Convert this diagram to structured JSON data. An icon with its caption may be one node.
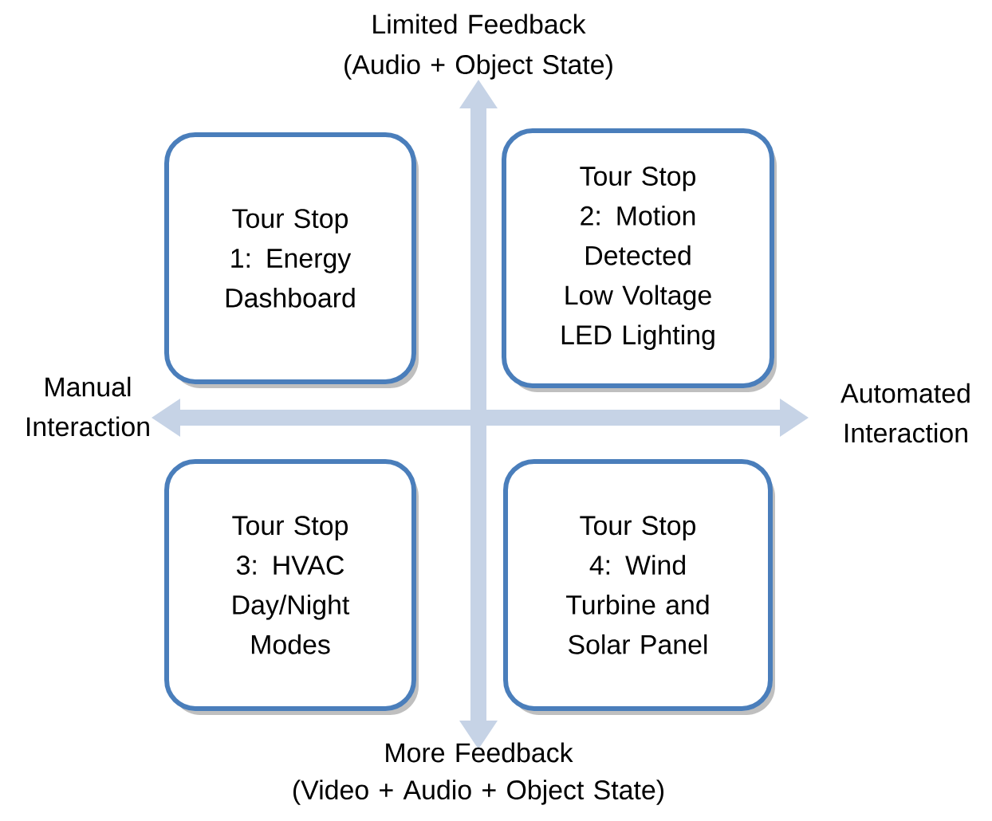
{
  "diagram": {
    "nodes": [
      {
        "text": [
          "Tour Stop 1: Energy Dashboard"
        ]
      },
      {
        "text": [
          "Tour Stop 2: Motion Detected Low Voltage LED Lighting"
        ]
      },
      {
        "text": [
          "Tour Stop 3: HVAC Day/Night Modes"
        ]
      },
      {
        "text": [
          "Tour Stop 4: Wind Turbine and Solar Panel"
        ]
      }
    ],
    "labels": [
      "Limited Feedback",
      "(Audio + Object State)",
      "Manual Interaction",
      "Automated Interaction",
      "More Feedback",
      "(Video + Audio + Object State)"
    ]
  }
}
